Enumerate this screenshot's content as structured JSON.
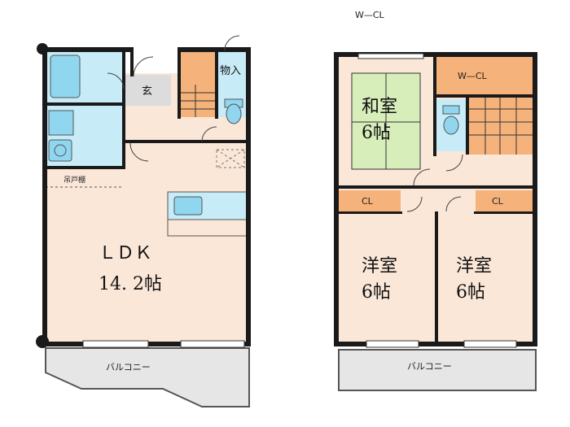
{
  "header": {
    "wcl_top": "W—CL"
  },
  "floor1": {
    "ldk_name": "ＬＤＫ",
    "ldk_size": "14. 2帖",
    "entrance": "玄",
    "storage": "物入",
    "cabinet": "吊戸棚",
    "balcony": "バルコニー"
  },
  "floor2": {
    "washitsu_name": "和室",
    "washitsu_size": "6帖",
    "wcl": "W—CL",
    "cl_left": "CL",
    "cl_right": "CL",
    "yoshitsu_left_name": "洋室",
    "yoshitsu_left_size": "6帖",
    "yoshitsu_right_name": "洋室",
    "yoshitsu_right_size": "6帖",
    "balcony": "バルコニー"
  },
  "colors": {
    "floor_beige": "#fbe7d8",
    "tatami_green": "#d7eebb",
    "closet_orange": "#f5b27a",
    "wet_area_blue": "#c7ecf8",
    "entry_gray": "#dcdcdc",
    "balcony_gray": "#e6e6e6",
    "fixture_blue": "#8fd6ee"
  }
}
